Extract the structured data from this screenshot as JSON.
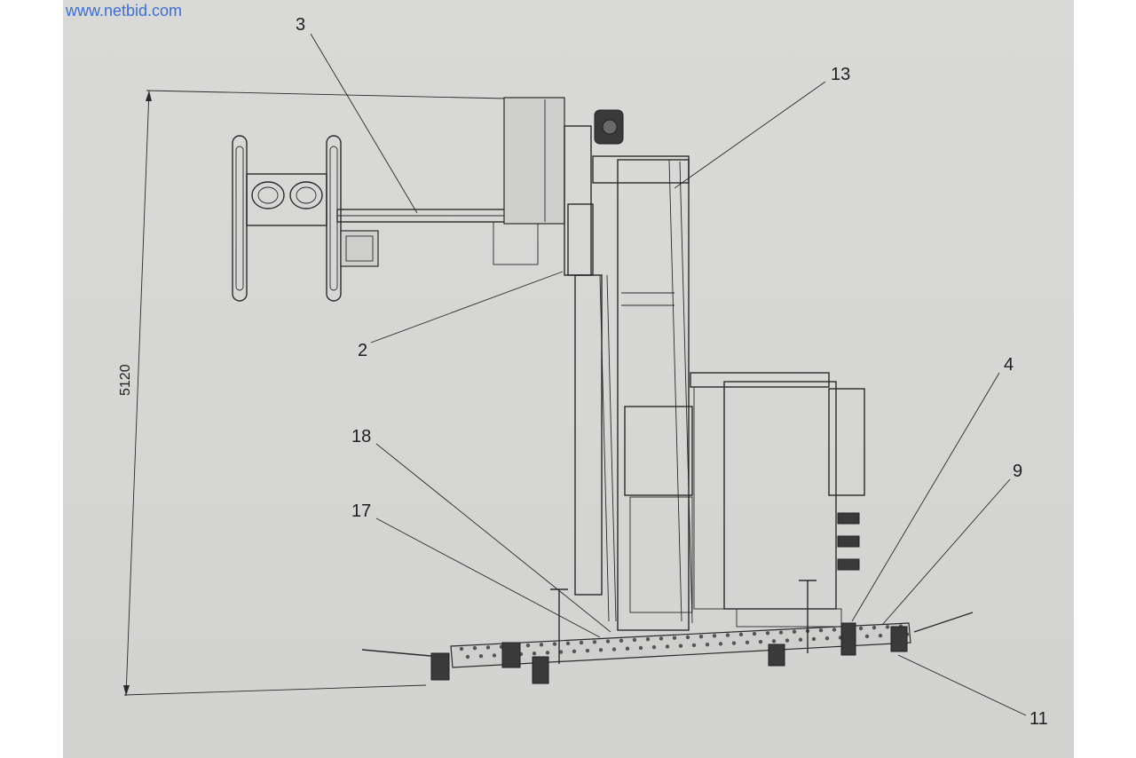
{
  "watermark": "www.netbid.com",
  "dimension": {
    "label": "5120"
  },
  "callouts": [
    {
      "id": "3",
      "label": "3"
    },
    {
      "id": "13",
      "label": "13"
    },
    {
      "id": "2",
      "label": "2"
    },
    {
      "id": "18",
      "label": "18"
    },
    {
      "id": "17",
      "label": "17"
    },
    {
      "id": "4",
      "label": "4"
    },
    {
      "id": "9",
      "label": "9"
    },
    {
      "id": "11",
      "label": "11"
    }
  ]
}
